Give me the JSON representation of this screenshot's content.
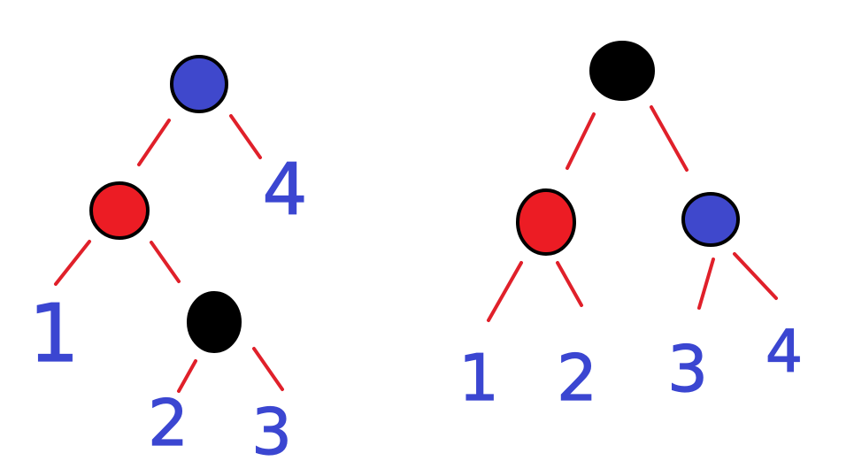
{
  "colors": {
    "edge": "#e0202a",
    "node_outline": "#000000",
    "red": "#ec1c24",
    "blue": "#3f48cc",
    "black": "#000000",
    "label": "#3b46d1"
  },
  "left_tree": {
    "nodes": [
      {
        "id": "root",
        "color": "blue"
      },
      {
        "id": "left-child",
        "color": "red"
      },
      {
        "id": "right-grandchild",
        "color": "black"
      }
    ],
    "leaves": [
      {
        "id": "leaf-4",
        "label": "4"
      },
      {
        "id": "leaf-1",
        "label": "1"
      },
      {
        "id": "leaf-2",
        "label": "2"
      },
      {
        "id": "leaf-3",
        "label": "3"
      }
    ]
  },
  "right_tree": {
    "nodes": [
      {
        "id": "root",
        "color": "black"
      },
      {
        "id": "left-child",
        "color": "red"
      },
      {
        "id": "right-child",
        "color": "blue"
      }
    ],
    "leaves": [
      {
        "id": "leaf-1",
        "label": "1"
      },
      {
        "id": "leaf-2",
        "label": "2"
      },
      {
        "id": "leaf-3",
        "label": "3"
      },
      {
        "id": "leaf-4",
        "label": "4"
      }
    ]
  }
}
